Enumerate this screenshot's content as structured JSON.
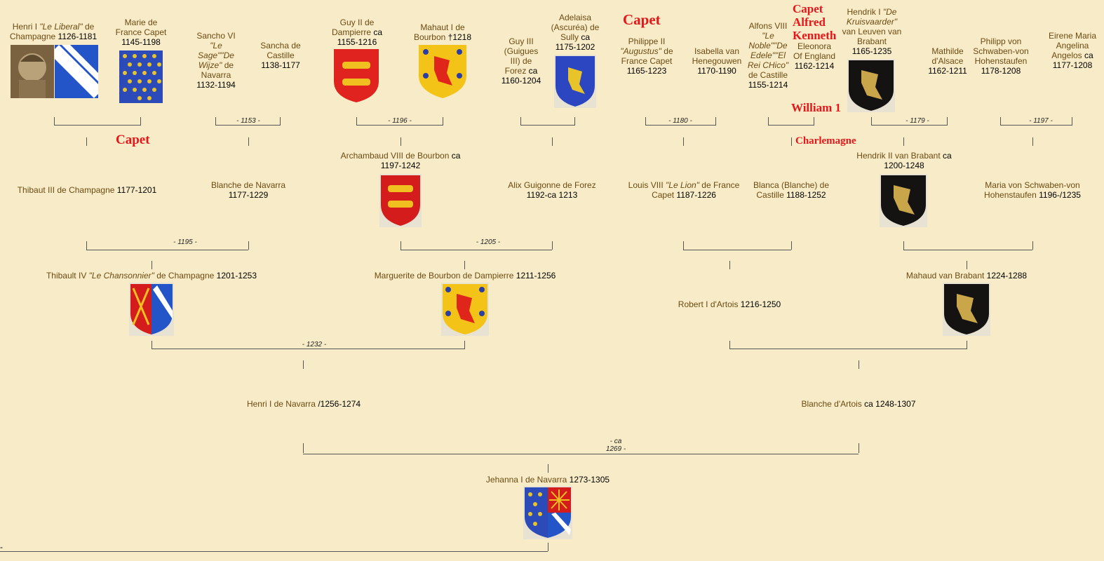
{
  "labels": {
    "capet_top": "Capet",
    "capet_left": "Capet",
    "capet_alfred_kenneth": "Capet\nAlfred\nKenneth",
    "william": "William 1",
    "charlemagne": "Charlemagne"
  },
  "gen4": {
    "henri1": {
      "pre": "Henri I ",
      "epi": "\"Le Liberal\"",
      "post": " de Champagne",
      "dates": " 1126-1181"
    },
    "marie": {
      "name": "Marie de France Capet",
      "dates": "1145-1198"
    },
    "sancho": {
      "pre": "Sancho VI ",
      "epi": "\"Le Sage\"\"De Wijze\"",
      "post": " de Navarra",
      "dates": "1132-1194"
    },
    "sancha": {
      "name": "Sancha de Castille",
      "dates": "1138-1177"
    },
    "guy2": {
      "name": "Guy II de Dampierre",
      "ca": " ca",
      "dates": "1155-1216"
    },
    "mahaut": {
      "name": "Mahaut I de Bourbon",
      "dates": " †1218"
    },
    "guy3": {
      "name": "Guy III (Guigues III) de Forez",
      "ca": " ca",
      "dates": "1160-1204"
    },
    "adelaisa": {
      "name": "Adelaisa (Ascuréa) de Sully",
      "ca": " ca",
      "dates": "1175-1202"
    },
    "philippe": {
      "pre": "Philippe II ",
      "epi": "\"Augustus\"",
      "post": " de France Capet",
      "dates": "1165-1223"
    },
    "isabella": {
      "name": "Isabella van Henegouwen",
      "dates": "1170-1190"
    },
    "alfons": {
      "pre": "Alfons VIII ",
      "epi": "\"Le Noble\"\"De Edele\"\"El Rei CHico\"",
      "post": " de Castille",
      "dates": "1155-1214"
    },
    "eleonora": {
      "name": "Eleonora Of England",
      "dates": "1162-1214"
    },
    "hendrik1": {
      "pre": "Hendrik I ",
      "epi": "\"De Kruisvaarder\"",
      "post": " van Leuven van Brabant",
      "dates": "1165-1235"
    },
    "mathilde": {
      "name": "Mathilde d'Alsace",
      "dates": "1162-1211"
    },
    "philipp": {
      "name": "Philipp von Schwaben-von Hohenstaufen",
      "dates": "1178-1208"
    },
    "eirene": {
      "name": "Eirene Maria Angelina Angelos",
      "ca": " ca",
      "dates": "1177-1208"
    }
  },
  "gen3": {
    "thibaut3": {
      "name": "Thibaut III de Champagne",
      "dates": " 1177-1201"
    },
    "blanche_nav": {
      "name": "Blanche de Navarra",
      "dates": "1177-1229"
    },
    "archambaud": {
      "name": "Archambaud VIII de Bourbon",
      "ca": " ca",
      "dates": "1197-1242"
    },
    "alix": {
      "name": "Alix Guigonne de Forez",
      "dates": "1192-ca 1213"
    },
    "louis8": {
      "pre": "Louis VIII ",
      "epi": "\"Le Lion\"",
      "post": " de France Capet",
      "dates": " 1187-1226"
    },
    "blanca": {
      "name": "Blanca (Blanche) de Castille",
      "dates": " 1188-1252"
    },
    "hendrik2": {
      "name": "Hendrik II van Brabant",
      "ca": " ca",
      "dates": "1200-1248"
    },
    "maria": {
      "name": "Maria von Schwaben-von Hohenstaufen",
      "dates": " 1196-/1235"
    }
  },
  "gen2": {
    "thibault4": {
      "pre": "Thibault IV ",
      "epi": "\"Le Chansonnier\"",
      "post": " de Champagne",
      "dates": " 1201-1253"
    },
    "marguerite": {
      "name": "Marguerite de Bourbon de Dampierre",
      "dates": " 1211-1256"
    },
    "robert": {
      "name": "Robert I d'Artois",
      "dates": " 1216-1250"
    },
    "mahaud": {
      "name": "Mahaud van Brabant",
      "dates": " 1224-1288"
    }
  },
  "gen1": {
    "henri_nav": {
      "name": "Henri I de Navarra",
      "dates": " /1256-1274"
    },
    "blanche_art": {
      "name": "Blanche d'Artois",
      "dates": " ca 1248-1307"
    }
  },
  "gen0": {
    "jehanna": {
      "name": "Jehanna I de Navarra",
      "dates": " 1273-1305"
    }
  },
  "marriages": {
    "m1153": "- 1153 -",
    "m1196": "- 1196 -",
    "m1180": "- 1180 -",
    "m1179": "- 1179 -",
    "m1197": "- 1197 -",
    "m1195": "- 1195 -",
    "m1205": "- 1205 -",
    "m1232": "- 1232 -",
    "m1269a": "- ca",
    "m1269b": "1269 -"
  },
  "edge_mark": "-",
  "colors": {
    "background": "#f8ecc8",
    "name": "#6b4a12",
    "annotation": "#e8161a",
    "line": "#555555"
  }
}
